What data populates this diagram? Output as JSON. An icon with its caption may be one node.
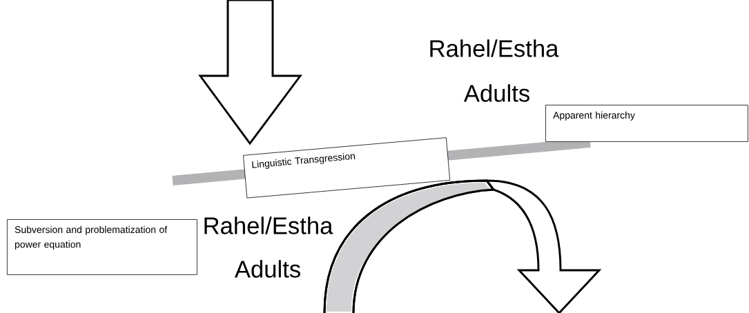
{
  "diagram": {
    "nodes": [
      {
        "text": [
          "Apparent hierarchy"
        ]
      },
      {
        "text": [
          "Linguistic Transgression"
        ]
      },
      {
        "text": [
          "Subversion and problematization of power equation"
        ]
      }
    ],
    "labels": [
      "Rahel/Estha",
      "Adults",
      "Rahel/Estha",
      "Adults"
    ]
  }
}
